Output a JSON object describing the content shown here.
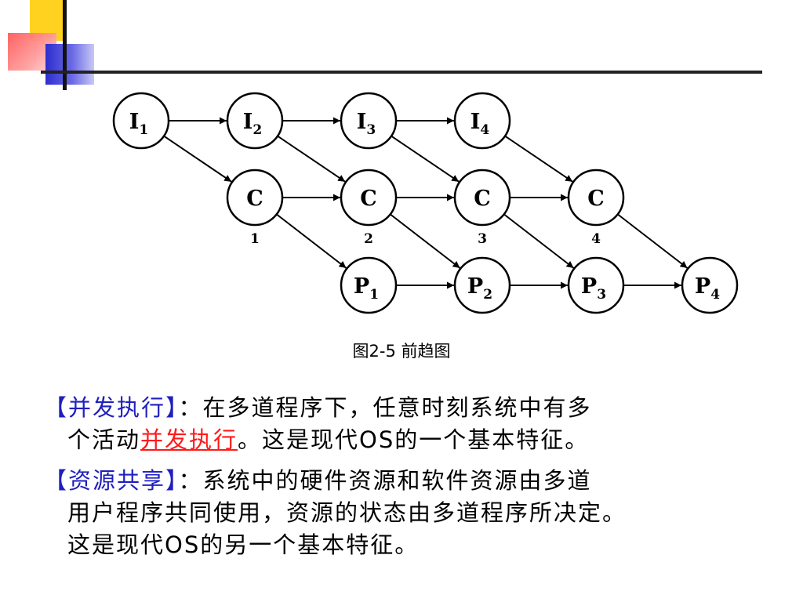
{
  "diagram": {
    "rows": {
      "input": [
        {
          "main": "I",
          "sub": "1"
        },
        {
          "main": "I",
          "sub": "2"
        },
        {
          "main": "I",
          "sub": "3"
        },
        {
          "main": "I",
          "sub": "4"
        }
      ],
      "compute": [
        {
          "main": "C",
          "sub": ""
        },
        {
          "main": "C",
          "sub": ""
        },
        {
          "main": "C",
          "sub": ""
        },
        {
          "main": "C",
          "sub": ""
        }
      ],
      "print": [
        {
          "main": "P",
          "sub": "1"
        },
        {
          "main": "P",
          "sub": "2"
        },
        {
          "main": "P",
          "sub": "3"
        },
        {
          "main": "P",
          "sub": "4"
        }
      ]
    },
    "compute_numbers": [
      "1",
      "2",
      "3",
      "4"
    ],
    "caption": "图2-5  前趋图"
  },
  "text": {
    "para1": {
      "term": "【并发执行】",
      "line1_rest": "：在多道程序下，任意时刻系统中有多",
      "line2_pre": "个活动",
      "line2_emph": "并发执行",
      "line2_post": "。这是现代OS的一个基本特征。"
    },
    "para2": {
      "term": "【资源共享】",
      "line1_rest": "：系统中的硬件资源和软件资源由多道",
      "line2": "用户程序共同使用，资源的状态由多道程序所决定。",
      "line3": "这是现代OS的另一个基本特征。"
    }
  },
  "colors": {
    "term": "#1f1fbf",
    "emphasis": "#ff1a1a",
    "deco_yellow": "#ffd21f",
    "deco_red": "#ff5a5a",
    "deco_blue": "#2d2dcf"
  }
}
